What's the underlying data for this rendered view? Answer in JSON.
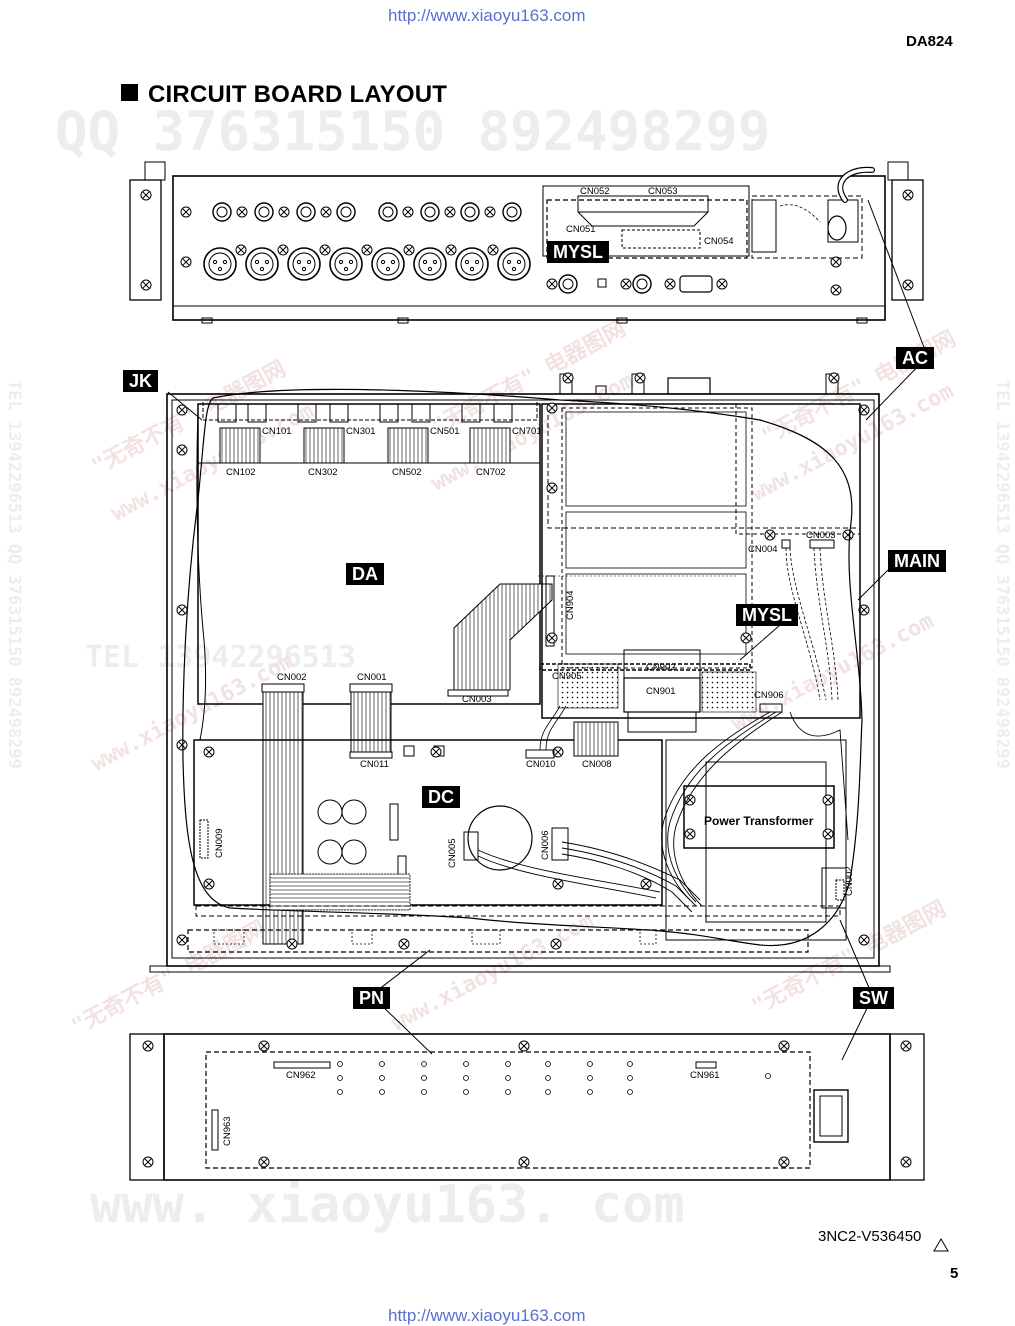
{
  "header": {
    "url": "http://www.xiaoyu163.com",
    "model": "DA824",
    "title": "CIRCUIT BOARD LAYOUT"
  },
  "watermarks": {
    "qq": "QQ 376315150    892498299",
    "tel_side": "TEL 13942296513  QQ 376315150  892498299",
    "tel_mid": "TEL 13942296513",
    "bottom": "www. xiaoyu163. com",
    "diag1": "\"无奇不有\" 电器图网",
    "diag2": "www.xiaoyu163.com"
  },
  "board_tags": {
    "mysl_rear": "MYSL",
    "ac": "AC",
    "jk": "JK",
    "main": "MAIN",
    "da": "DA",
    "mysl_top": "MYSL",
    "dc": "DC",
    "pn": "PN",
    "sw": "SW"
  },
  "connectors": {
    "cn052": "CN052",
    "cn053": "CN053",
    "cn051": "CN051",
    "cn054": "CN054",
    "cn101": "CN101",
    "cn301": "CN301",
    "cn501": "CN501",
    "cn701": "CN701",
    "cn102": "CN102",
    "cn302": "CN302",
    "cn502": "CN502",
    "cn702": "CN702",
    "cn003_main": "CN003",
    "cn004": "CN004",
    "cn904": "CN904",
    "cn002_da": "CN002",
    "cn001": "CN001",
    "cn003_da": "CN003",
    "cn902": "CN902",
    "cn901": "CN901",
    "cn905": "CN905",
    "cn906": "CN906",
    "cn011": "CN011",
    "cn010": "CN010",
    "cn008": "CN008",
    "cn009": "CN009",
    "cn005": "CN005",
    "cn006": "CN006",
    "cn002_sw": "CN002",
    "cn962": "CN962",
    "cn961": "CN961",
    "cn963": "CN963"
  },
  "labels": {
    "power_transformer": "Power Transformer"
  },
  "footer": {
    "code": "3NC2-V536450",
    "page": "5",
    "url": "http://www.xiaoyu163.com"
  }
}
